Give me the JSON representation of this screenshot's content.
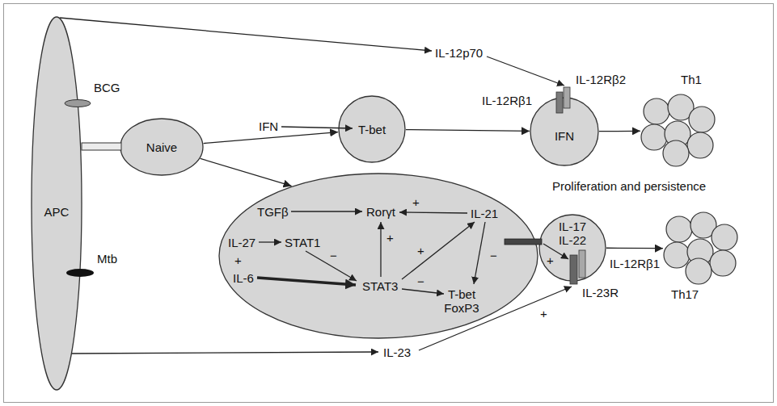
{
  "diagram": {
    "nodes": [
      {
        "text": [
          "APC"
        ]
      },
      {
        "text": [
          "Naive"
        ]
      },
      {
        "text": [
          "T-bet"
        ]
      },
      {
        "text": [
          "IFN"
        ]
      },
      {
        "text": [
          "Th1"
        ]
      },
      {
        "text": [
          "TGFβ",
          "Rorγt",
          "+",
          "IL-21",
          "+",
          "IL-27",
          "STAT1",
          "+",
          "+",
          "−",
          "−",
          "IL-6",
          "STAT3",
          "−",
          "T-bet FoxP3"
        ]
      },
      {
        "text": [
          "Proliferation and persistence",
          "IL-17 IL-22"
        ]
      },
      {
        "text": [
          "Th17"
        ]
      }
    ],
    "edges": [
      {
        "from": 1,
        "to": 2,
        "arrow": "to"
      },
      {
        "from": 1,
        "to": 5,
        "arrow": "to"
      },
      {
        "from": 2,
        "to": 3,
        "arrow": "to"
      },
      {
        "from": 3,
        "to": 4,
        "arrow": "to"
      },
      {
        "from": 6,
        "to": 7,
        "arrow": "to"
      }
    ],
    "labels": [
      "IL-12p70",
      "IL-12Rβ2",
      "BCG",
      "IL-12Rβ1",
      "IFN",
      "Mtb",
      "+",
      "IL-12Rβ1",
      "IL-23R",
      "+",
      "IL-23"
    ]
  }
}
